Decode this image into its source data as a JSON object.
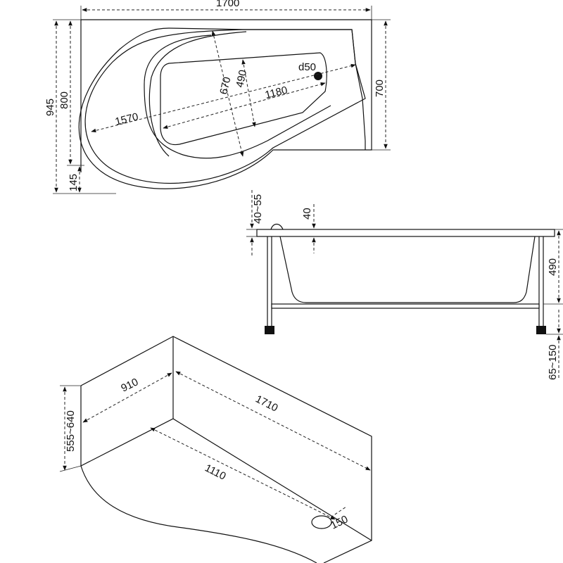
{
  "top_view": {
    "total_length": "1700",
    "outer_width": "945",
    "main_width": "800",
    "right_width": "700",
    "bulge_offset": "145",
    "drain_label": "d50",
    "inner_width_670": "670",
    "inner_width_490": "490",
    "bottom_length_1180": "1180",
    "diagonal_length": "1570"
  },
  "side_view": {
    "rim_height": "40~55",
    "rim_thickness": "40",
    "depth": "490",
    "legs_height": "65~150"
  },
  "iso_view": {
    "panel_width": "910",
    "panel_length": "1710",
    "panel_height": "555~640",
    "bottom_length": "1110",
    "drain_size": "150"
  },
  "colors": {
    "stroke": "#111111",
    "background": "#ffffff"
  }
}
